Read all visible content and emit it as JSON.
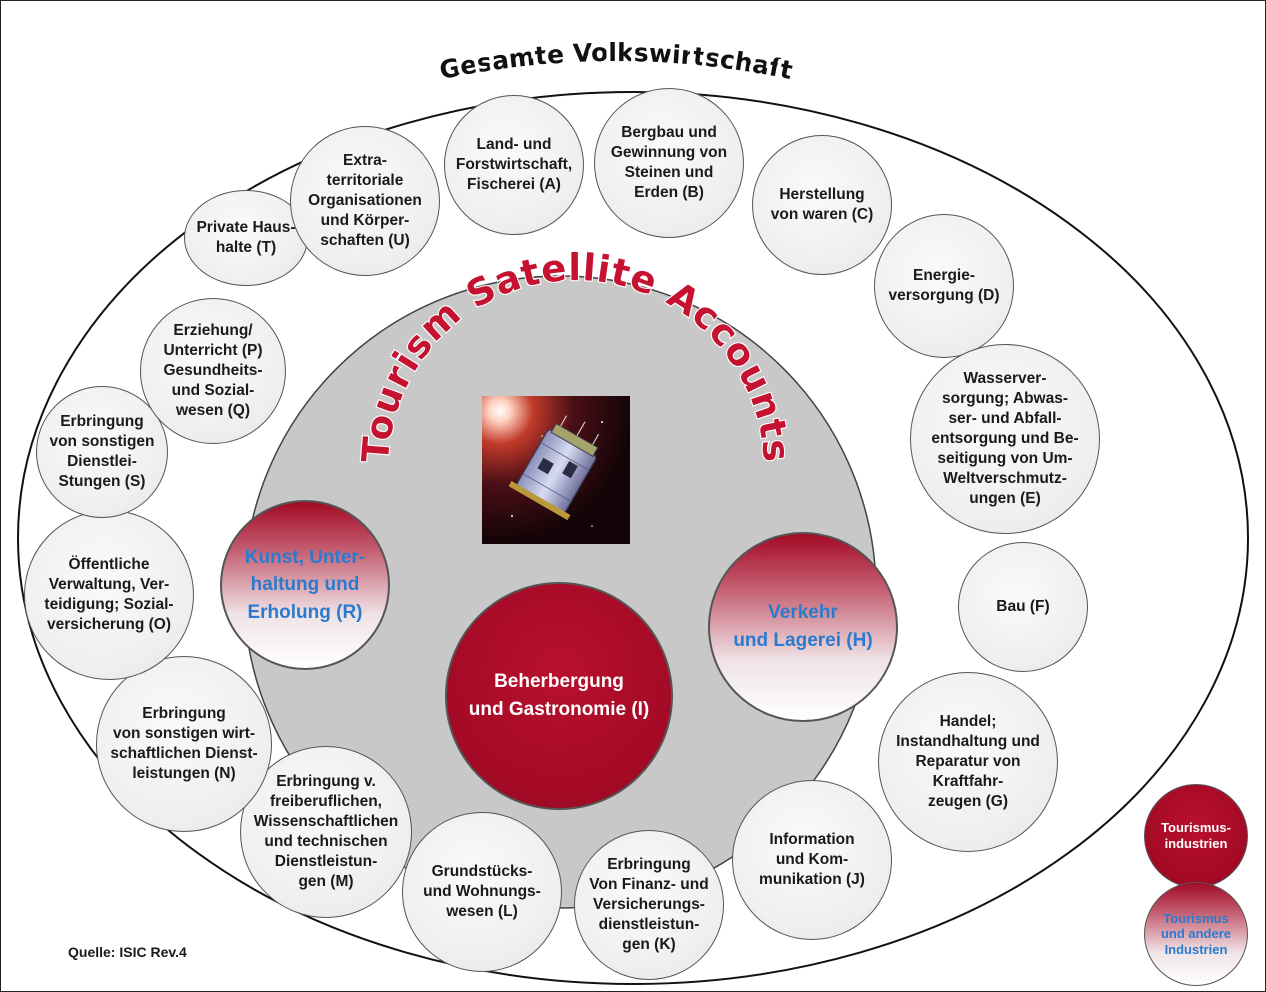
{
  "outer_title": "Gesamte Volkswirtschaft",
  "inner_title": "Tourism Satellite Accounts",
  "source_note": "Quelle: ISIC Rev.4",
  "colors": {
    "tourism_red": "#a30a25",
    "inner_circle_grey": "#c8c8c8",
    "mixed_text_blue": "#2a7bcf"
  },
  "satellite_image": "satellite-photo",
  "sectors": [
    {
      "id": "A",
      "label": "Land- und\nForstwirtschaft,\nFischerei (A)"
    },
    {
      "id": "B",
      "label": "Bergbau und\nGewinnung von\nSteinen und\nErden (B)"
    },
    {
      "id": "C",
      "label": "Herstellung\nvon waren (C)"
    },
    {
      "id": "D",
      "label": "Energie-\nversorgung (D)"
    },
    {
      "id": "E",
      "label": "Wasserver-\nsorgung; Abwas-\nser- und Abfall-\nentsorgung und Be-\nseitigung von Um-\nWeltverschmutz-\nungen (E)"
    },
    {
      "id": "F",
      "label": "Bau (F)"
    },
    {
      "id": "G",
      "label": "Handel;\nInstandhaltung und\nReparatur von\nKraftfahr-\nzeugen (G)"
    },
    {
      "id": "J",
      "label": "Information\nund Kom-\nmunikation (J)"
    },
    {
      "id": "K",
      "label": "Erbringung\nVon Finanz- und\nVersicherungs-\ndienstleistun-\ngen (K)"
    },
    {
      "id": "L",
      "label": "Grundstücks-\nund Wohnungs-\nwesen (L)"
    },
    {
      "id": "M",
      "label": "Erbringung v.\nfreiberuflichen,\nWissenschaftlichen\nund technischen\nDienstleistun-\ngen (M)"
    },
    {
      "id": "N",
      "label": "Erbringung\nvon sonstigen wirt-\nschaftlichen Dienst-\nleistungen (N)"
    },
    {
      "id": "O",
      "label": "Öffentliche\nVerwaltung, Ver-\nteidigung; Sozial-\nversicherung (O)"
    },
    {
      "id": "S",
      "label": "Erbringung\nvon sonstigen\nDienstlei-\nStungen (S)"
    },
    {
      "id": "PQ",
      "label": "Erziehung/\nUnterricht (P)\nGesundheits-\nund Sozial-\nwesen (Q)"
    },
    {
      "id": "T",
      "label": "Private Haus-\nhalte (T)"
    },
    {
      "id": "U",
      "label": "Extra-\nterritoriale\nOrganisationen\nund Körper-\nschaften (U)"
    }
  ],
  "tourism_sectors": [
    {
      "id": "R",
      "label": "Kunst, Unter-\nhaltung und\nErholung (R)",
      "kind": "mixed"
    },
    {
      "id": "I",
      "label": "Beherbergung\nund Gastronomie (I)",
      "kind": "tourism"
    },
    {
      "id": "H",
      "label": "Verkehr\nund Lagerei (H)",
      "kind": "mixed"
    }
  ],
  "legend": [
    {
      "label": "Tourismus-\nindustrien",
      "kind": "tourism"
    },
    {
      "label": "Tourismus\nund andere\nIndustrien",
      "kind": "mixed"
    }
  ]
}
